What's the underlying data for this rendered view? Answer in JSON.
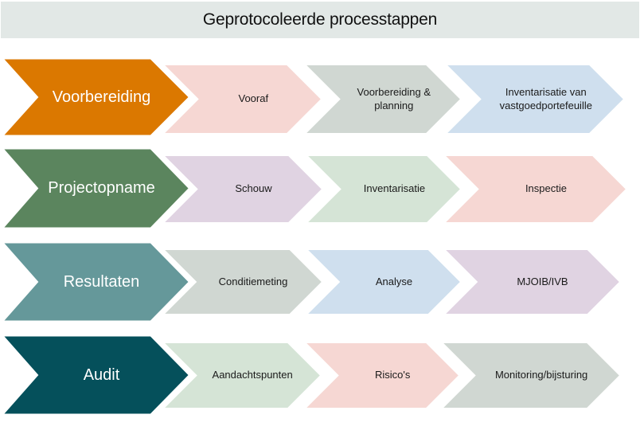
{
  "header": {
    "title": "Geprotocoleerde processtappen"
  },
  "colors": {
    "header_bg": "#e2e8e6",
    "phase_voorbereiding": "#db7800",
    "phase_projectopname": "#5b855e",
    "phase_resultaten": "#65989a",
    "phase_audit": "#05505b",
    "step_pink": "#f6d7d3",
    "step_gray": "#d0d7d2",
    "step_blue": "#cfdfee",
    "step_lilac": "#e0d3e2",
    "step_green": "#d5e4d6"
  },
  "rows": [
    {
      "phase": "Voorbereiding",
      "phase_color": "#db7800",
      "steps": [
        {
          "label": "Vooraf",
          "color": "#f6d7d3"
        },
        {
          "label": "Voorbereiding & planning",
          "color": "#d0d7d2"
        },
        {
          "label": "Inventarisatie van vastgoedportefeuille",
          "color": "#cfdfee"
        }
      ]
    },
    {
      "phase": "Projectopname",
      "phase_color": "#5b855e",
      "steps": [
        {
          "label": "Schouw",
          "color": "#e0d3e2"
        },
        {
          "label": "Inventarisatie",
          "color": "#d5e4d6"
        },
        {
          "label": "Inspectie",
          "color": "#f6d7d3"
        }
      ]
    },
    {
      "phase": "Resultaten",
      "phase_color": "#65989a",
      "steps": [
        {
          "label": "Conditiemeting",
          "color": "#d0d7d2"
        },
        {
          "label": "Analyse",
          "color": "#cfdfee"
        },
        {
          "label": "MJOIB/IVB",
          "color": "#e0d3e2"
        }
      ]
    },
    {
      "phase": "Audit",
      "phase_color": "#05505b",
      "steps": [
        {
          "label": "Aandachtspunten",
          "color": "#d5e4d6"
        },
        {
          "label": "Risico's",
          "color": "#f6d7d3"
        },
        {
          "label": "Monitoring/bijsturing",
          "color": "#d0d7d2"
        }
      ]
    }
  ]
}
